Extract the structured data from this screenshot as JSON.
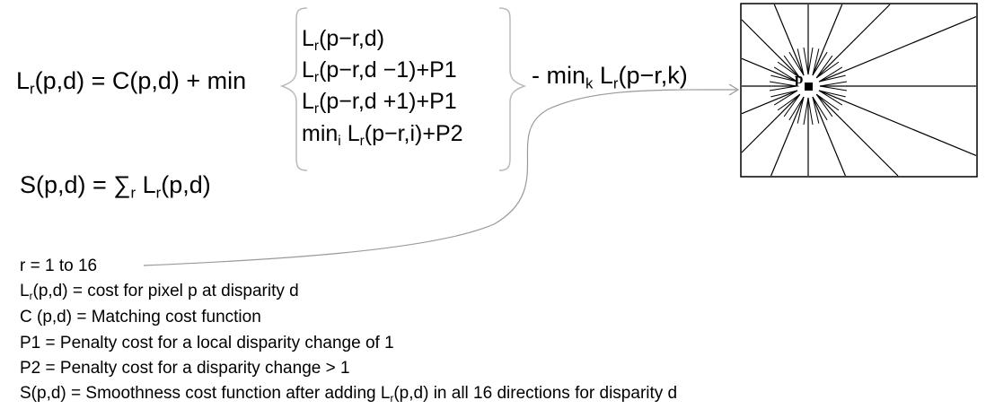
{
  "equation1": {
    "lhs": {
      "base": "L",
      "sub": "r",
      "rest": "(p,d) = C(p,d) + min"
    },
    "options": [
      {
        "base": "L",
        "sub": "r",
        "rest": "(p−r,d)"
      },
      {
        "base": "L",
        "sub": "r",
        "rest": "(p−r,d −1)+P1"
      },
      {
        "base": "L",
        "sub": "r",
        "rest": "(p−r,d +1)+P1"
      },
      {
        "pre": "min",
        "pre_sub": "i",
        "base": " L",
        "sub": "r",
        "rest": "(p−r,i)+P2"
      }
    ],
    "tail": {
      "pre": "- min",
      "pre_sub": "k",
      "base": " L",
      "sub": "r",
      "rest": "(p−r,k)"
    }
  },
  "equation2": {
    "pre": "S(p,d) = ∑",
    "pre_sub": "r",
    "base": " L",
    "sub": "r",
    "rest": "(p,d)"
  },
  "legend": [
    {
      "text": "r = 1 to 16"
    },
    {
      "base": "L",
      "sub": "r",
      "rest": "(p,d) = cost for pixel p at disparity d"
    },
    {
      "text": "C (p,d) = Matching cost function"
    },
    {
      "text": "P1 = Penalty cost for a local disparity change of 1"
    },
    {
      "text": "P2 = Penalty cost for a disparity change > 1"
    },
    {
      "pre": "S(p,d) = Smoothness cost function after adding L",
      "pre_sub": "r",
      "rest": "(p,d) in all 16 directions for disparity d"
    }
  ],
  "diagram": {
    "pixel_label": "p",
    "directions": 16
  },
  "colors": {
    "text": "#000000",
    "brace": "#bbbbbb",
    "connector": "#999999",
    "frame": "#000000"
  }
}
